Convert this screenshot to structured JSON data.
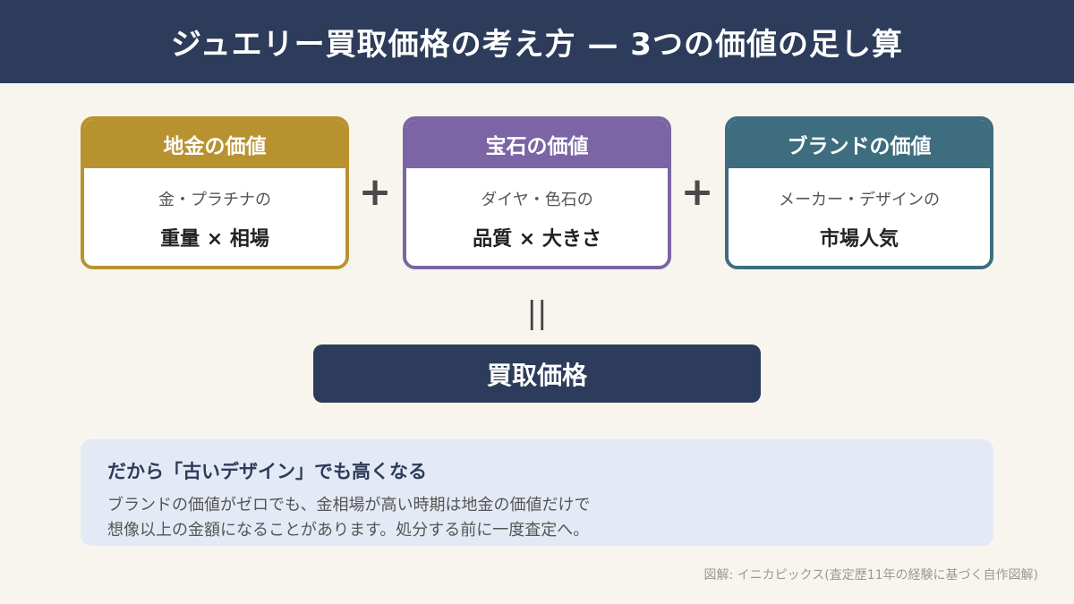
{
  "header": {
    "title": "ジュエリー買取価格の考え方 — 3つの価値の足し算"
  },
  "cards": [
    {
      "title": "地金の価値",
      "subtitle": "金・プラチナの",
      "main": "重量 × 相場",
      "color": "#b99230"
    },
    {
      "title": "宝石の価値",
      "subtitle": "ダイヤ・色石の",
      "main": "品質 × 大きさ",
      "color": "#7b65a4"
    },
    {
      "title": "ブランドの価値",
      "subtitle": "メーカー・デザインの",
      "main": "市場人気",
      "color": "#3d6d7f"
    }
  ],
  "operators": {
    "plus": "+",
    "equals": "||"
  },
  "result": {
    "label": "買取価格",
    "color": "#2d3c5a"
  },
  "note": {
    "title": "だから「古いデザイン」でも高くなる",
    "line1": "ブランドの価値がゼロでも、金相場が高い時期は地金の価値だけで",
    "line2": "想像以上の金額になることがあります。処分する前に一度査定へ。"
  },
  "credit": "図解: イニカピックス(査定歴11年の経験に基づく自作図解)"
}
